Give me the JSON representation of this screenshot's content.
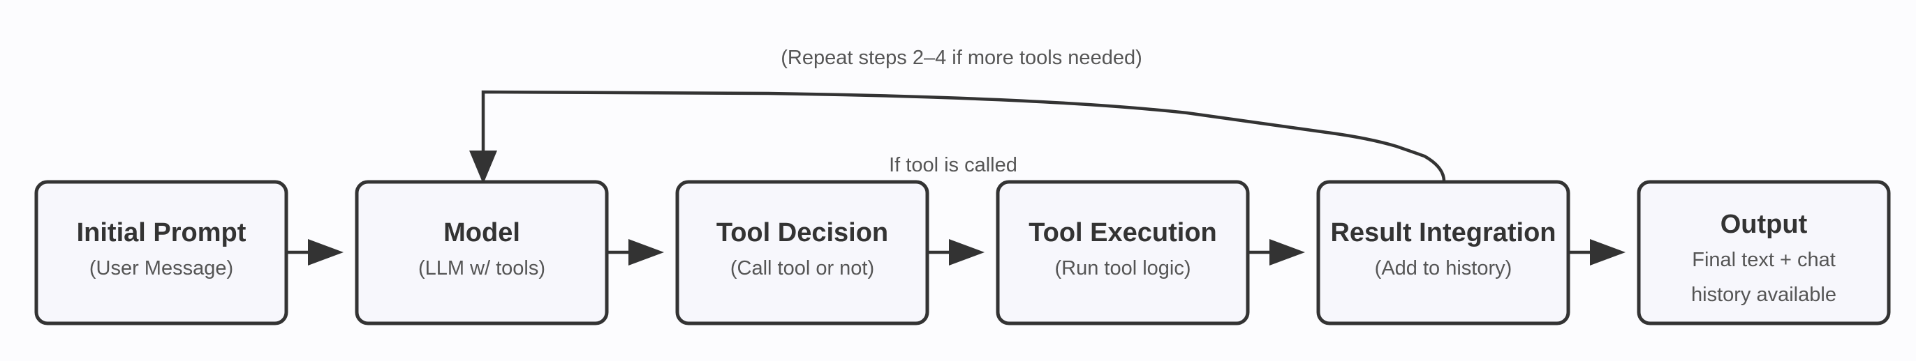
{
  "nodes": [
    {
      "title": "Initial Prompt",
      "lines": [
        "(User Message)"
      ]
    },
    {
      "title": "Model",
      "lines": [
        "(LLM w/ tools)"
      ]
    },
    {
      "title": "Tool Decision",
      "lines": [
        "(Call tool or not)"
      ]
    },
    {
      "title": "Tool Execution",
      "lines": [
        "(Run tool logic)"
      ]
    },
    {
      "title": "Result Integration",
      "lines": [
        "(Add to history)"
      ]
    },
    {
      "title": "Output",
      "lines": [
        "Final text + chat",
        "history available"
      ]
    }
  ],
  "edge_labels": {
    "tool_called": "If tool is called",
    "loop": "(Repeat steps 2–4 if more tools needed)"
  }
}
